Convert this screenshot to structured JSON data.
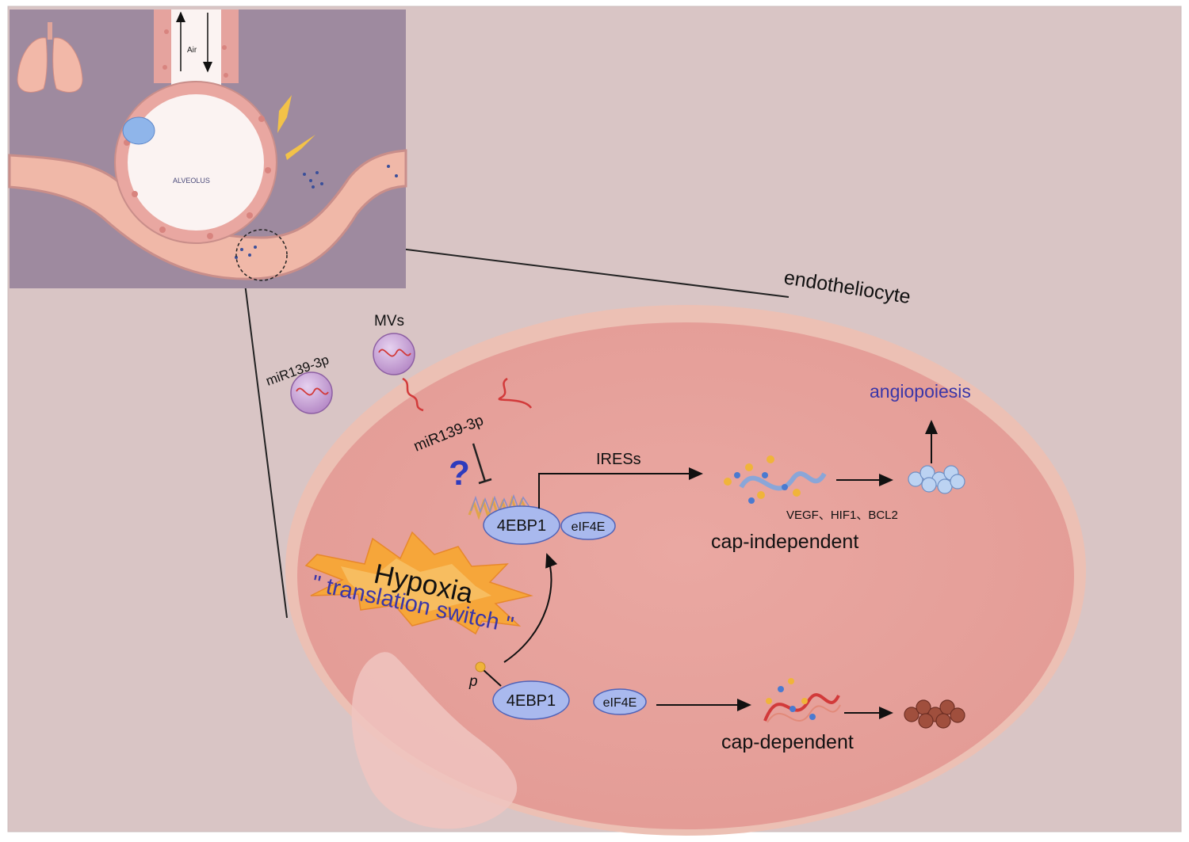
{
  "inset": {
    "air_label": "Air",
    "alveolus_label": "ALVEOLUS"
  },
  "labels": {
    "endotheliocyte": "endotheliocyte",
    "mvs": "MVs",
    "mir_outside": "miR139-3p",
    "mir_inside": "miR139-3p",
    "question": "?",
    "iress": "IRESs",
    "angiopoiesis": "angiopoiesis",
    "genes": "VEGF、HIF1、BCL2",
    "cap_independent": "cap-independent",
    "cap_dependent": "cap-dependent",
    "hypoxia": "Hypoxia",
    "translation_switch": "\" translation switch \"",
    "phospho": "p",
    "ebp_top": "4EBP1",
    "eif_top": "eIF4E",
    "ebp_bottom": "4EBP1",
    "eif_bottom": "eIF4E"
  },
  "colors": {
    "background": "#d9c5c5",
    "inset_bg": "#9e8a9f",
    "cell_fill": "#e8a9a4",
    "vessel": "#f0b8a8",
    "protein": "#a9b9ee",
    "vesicle": "#c9a6d6",
    "text_blue": "#3a36a8"
  }
}
